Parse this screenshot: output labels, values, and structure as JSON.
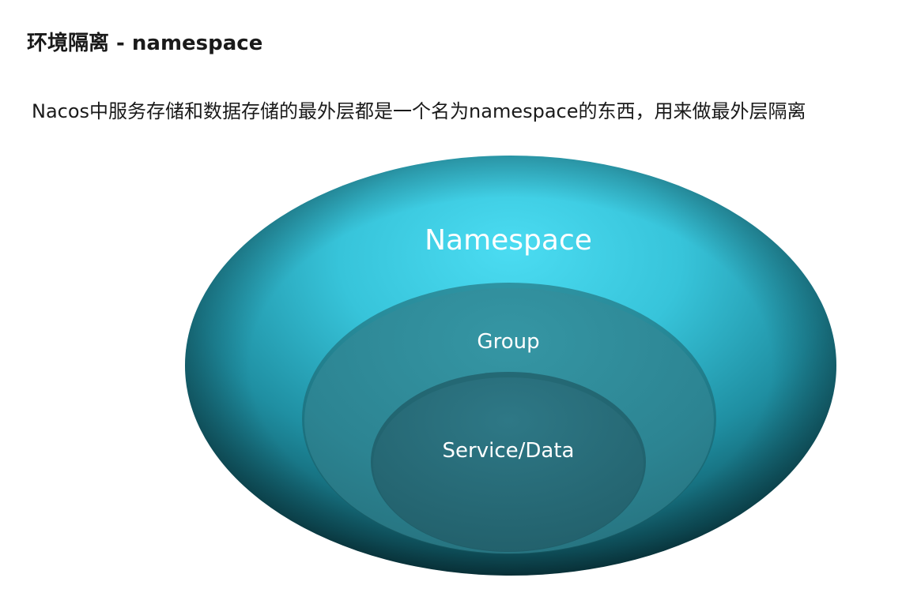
{
  "header": {
    "title": "环境隔离 - namespace",
    "subtitle": "Nacos中服务存储和数据存储的最外层都是一个名为namespace的东西，用来做最外层隔离"
  },
  "diagram": {
    "outer_label": "Namespace",
    "middle_label": "Group",
    "inner_label": "Service/Data"
  },
  "colors": {
    "outer_light": "#45d6ee",
    "outer_dark": "#0a3a44",
    "middle": "#2f8d9b",
    "inner": "#2a6f7c"
  }
}
